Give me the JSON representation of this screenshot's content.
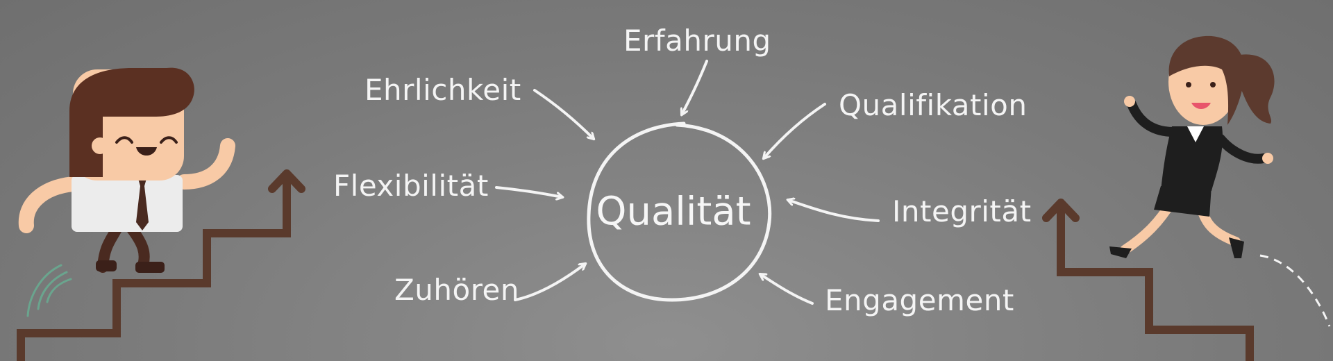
{
  "center": {
    "label": "Qualität"
  },
  "attributes": {
    "erfahrung": "Erfahrung",
    "ehrlichkeit": "Ehrlichkeit",
    "qualifikation": "Qualifikation",
    "flexibilitaet": "Flexibilität",
    "integritaet": "Integrität",
    "zuhoeren": "Zuhören",
    "engagement": "Engagement"
  },
  "colors": {
    "chalk": "#f4f4f4",
    "stairs": "#5a3a2c",
    "hair_man": "#5b3022",
    "skin": "#f8caa6",
    "hair_woman": "#5c3a2e",
    "suit": "#1e1e1e"
  },
  "figures": {
    "left": "businessman-climbing-stairs",
    "right": "businesswoman-running-up-stairs"
  }
}
